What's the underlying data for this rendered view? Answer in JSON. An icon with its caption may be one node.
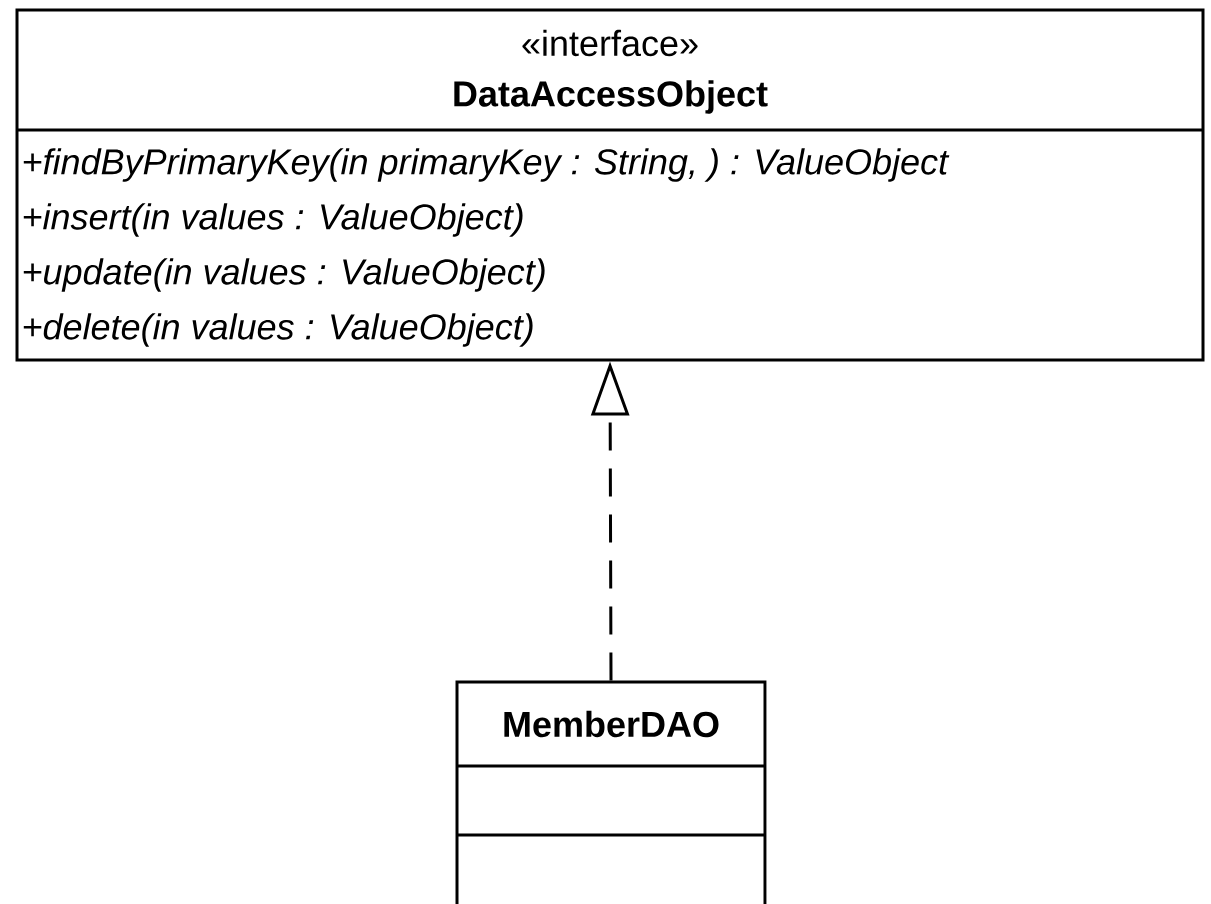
{
  "diagram": {
    "nodes": [
      {
        "text": [
          "«interface»",
          "DataAccessObject",
          "+findByPrimaryKey(in primaryKey : String, ) : ValueObject",
          "+insert(in values : ValueObject)",
          "+update(in values : ValueObject)",
          "+delete(in values : ValueObject)"
        ]
      },
      {
        "text": [
          "MemberDAO"
        ]
      }
    ],
    "edges": [
      {
        "from": 1,
        "to": 0,
        "arrow": "to",
        "style": "dashed"
      }
    ]
  }
}
